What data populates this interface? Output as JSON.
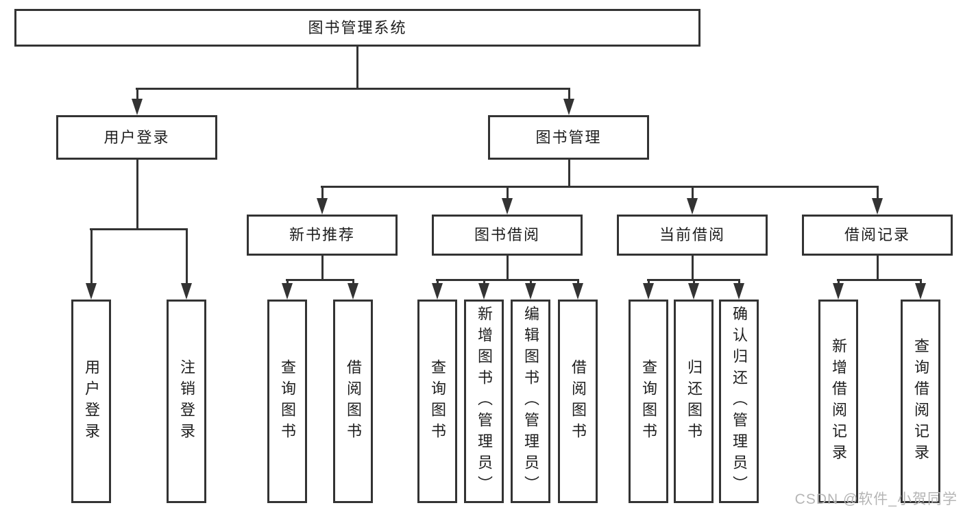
{
  "diagram": {
    "tree": {
      "label": "图书管理系统",
      "children": [
        {
          "label": "用户登录",
          "children": [
            {
              "label": "用户登录"
            },
            {
              "label": "注销登录"
            }
          ]
        },
        {
          "label": "图书管理",
          "children": [
            {
              "label": "新书推荐",
              "children": [
                {
                  "label": "查询图书"
                },
                {
                  "label": "借阅图书"
                }
              ]
            },
            {
              "label": "图书借阅",
              "children": [
                {
                  "label": "查询图书"
                },
                {
                  "label": "新增图书（管理员）"
                },
                {
                  "label": "编辑图书（管理员）"
                },
                {
                  "label": "借阅图书"
                }
              ]
            },
            {
              "label": "当前借阅",
              "children": [
                {
                  "label": "查询图书"
                },
                {
                  "label": "归还图书"
                },
                {
                  "label": "确认归还（管理员）"
                }
              ]
            },
            {
              "label": "借阅记录",
              "children": [
                {
                  "label": "新增借阅记录"
                },
                {
                  "label": "查询借阅记录"
                }
              ]
            }
          ]
        }
      ]
    },
    "watermark": "CSDN @软件_小贺同学",
    "colors": {
      "line": "#333333",
      "text": "#1e1e1e",
      "watermark": "#b5b5b5",
      "background": "#ffffff"
    }
  }
}
